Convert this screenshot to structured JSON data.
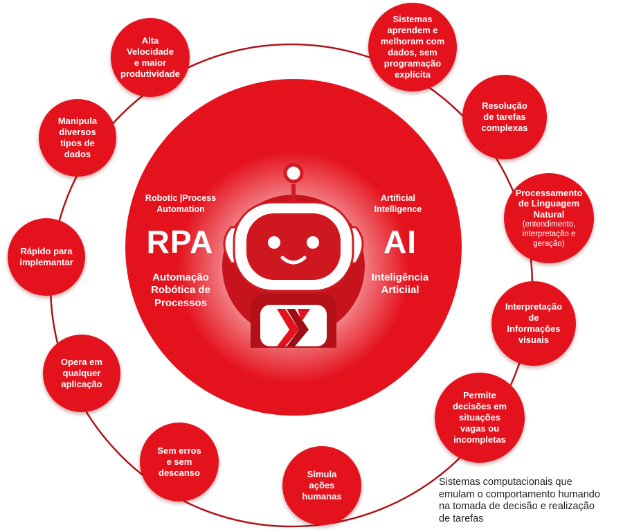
{
  "colors": {
    "primary_red": "#e4121d",
    "dark_red": "#b01218",
    "text_dark": "#222222"
  },
  "center": {
    "rpa_subtitle_en": "Robotic  |Process\nAutomation",
    "rpa_acronym": "RPA",
    "rpa_subtitle_pt": "Automação\nRobótica de\nProcessos",
    "ai_subtitle_en": "Artificial\nIntelligence",
    "ai_acronym": "AI",
    "ai_subtitle_pt": "Inteligência\nArticiial",
    "robot_icon": "robot-mascot-icon",
    "logo_icon": "x-logo-icon"
  },
  "rpa_nodes": [
    "Alta\nVelocidade\ne maior\nprodutividade",
    "Manipula\ndiversos\ntipos de\ndados",
    "Rápido para\nimplemantar",
    "Opera em\nqualquer\naplicação",
    "Sem erros\ne sem\ndescanso"
  ],
  "shared_node": "Simula\nações\nhumanas",
  "ai_nodes": [
    {
      "title": "Sistemas\naprendem e\nmelhoram com\ndados, sem\nprogramação\nexplícita",
      "sub": ""
    },
    {
      "title": "Resolução\nde tarefas\ncomplexas",
      "sub": ""
    },
    {
      "title": "Processamento\nde Linguagem\nNatural",
      "sub": "(entendimento,\ninterpretação e\ngeração)"
    },
    {
      "title": "Interpretação\nde\nInformações\nvisuais",
      "sub": ""
    },
    {
      "title": "Permite\ndecisões em\nsituações\nvagas ou\nincompletas",
      "sub": ""
    }
  ],
  "caption": "Sistemas computacionais que\nemulam o comportamento humando\nna tomada de decisão e realização\nde tarefas"
}
